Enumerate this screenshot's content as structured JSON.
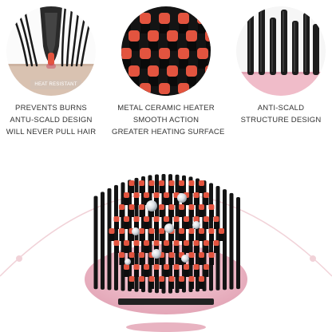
{
  "features": [
    {
      "badge": "HEAT RESISTANT",
      "caption": [
        "PREVENTS BURNS",
        "ANTU-SCALD DESIGN",
        "WILL NEVER PULL HAIR"
      ]
    },
    {
      "caption": [
        "METAL CERAMIC HEATER",
        "SMOOTH ACTION",
        "GREATER HEATING SURFACE"
      ]
    },
    {
      "caption": [
        "ANTI-SCALD",
        "STRUCTURE DESIGN"
      ]
    }
  ],
  "colors": {
    "bristle_tip": "#e3543f",
    "bristle": "#111111",
    "brush_shell": "#f0bcc9",
    "ring": "#f1d2d8",
    "skin": "#d9c2b1"
  }
}
